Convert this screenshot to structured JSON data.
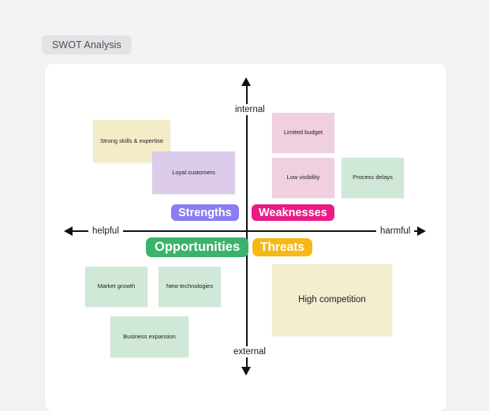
{
  "app": {
    "background_color": "#f2f2f3",
    "canvas_color": "#ffffff"
  },
  "title_chip": {
    "label": "SWOT Analysis",
    "background_color": "#e3e3e5",
    "text_color": "#4a4f58"
  },
  "axes": {
    "vertical": {
      "top_label": "internal",
      "bottom_label": "external",
      "top_arrow_icon": "arrow-up-icon",
      "bottom_arrow_icon": "arrow-down-icon"
    },
    "horizontal": {
      "left_label": "helpful",
      "right_label": "harmful",
      "left_arrow_icon": "arrow-left-icon",
      "right_arrow_icon": "arrow-right-icon"
    },
    "line_color": "#111111"
  },
  "quadrants": [
    {
      "key": "strengths",
      "label": "Strengths",
      "color": "#8b7cf0",
      "position": "top-left"
    },
    {
      "key": "weaknesses",
      "label": "Weaknesses",
      "color": "#ea1a86",
      "position": "top-right"
    },
    {
      "key": "opportunities",
      "label": "Opportunities",
      "color": "#3cb36b",
      "position": "bottom-left"
    },
    {
      "key": "threats",
      "label": "Threats",
      "color": "#f5b818",
      "position": "bottom-right"
    }
  ],
  "notes": [
    {
      "key": "strong-skills",
      "text": "Strong skills & expertise",
      "color": "#f3ecc7",
      "quadrant": "strengths"
    },
    {
      "key": "loyal-customers",
      "text": "Loyal customers",
      "color": "#dccbe9",
      "quadrant": "strengths"
    },
    {
      "key": "limited-budget",
      "text": "Limited budget",
      "color": "#f0cfe0",
      "quadrant": "weaknesses"
    },
    {
      "key": "low-visibility",
      "text": "Low visibility",
      "color": "#f0cfe0",
      "quadrant": "weaknesses"
    },
    {
      "key": "process-delays",
      "text": "Process delays",
      "color": "#cfe8d7",
      "quadrant": "weaknesses"
    },
    {
      "key": "market-growth",
      "text": "Market growth",
      "color": "#cfe8d7",
      "quadrant": "opportunities"
    },
    {
      "key": "new-technologies",
      "text": "New technologies",
      "color": "#cfe8d7",
      "quadrant": "opportunities"
    },
    {
      "key": "business-expansion",
      "text": "Business expansion",
      "color": "#cfe8d7",
      "quadrant": "opportunities"
    },
    {
      "key": "high-competition",
      "text": "High competition",
      "color": "#f3eecd",
      "quadrant": "threats"
    }
  ]
}
